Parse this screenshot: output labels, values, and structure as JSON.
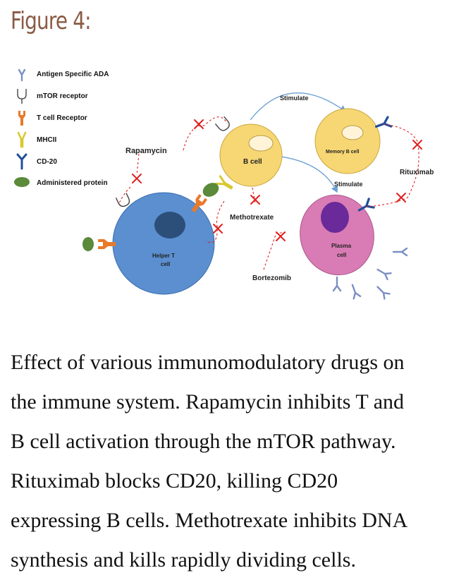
{
  "figure_title": "Figure 4:",
  "legend": [
    {
      "label": "Antigen Specific ADA",
      "icon": "antibody-icon"
    },
    {
      "label": "mTOR receptor",
      "icon": "mtor-receptor-icon"
    },
    {
      "label": "T cell Receptor",
      "icon": "t-cell-receptor-icon"
    },
    {
      "label": "MHCII",
      "icon": "mhcii-icon"
    },
    {
      "label": "CD-20",
      "icon": "cd20-icon"
    },
    {
      "label": "Administered protein",
      "icon": "protein-icon"
    }
  ],
  "cells": {
    "b_cell": "B cell",
    "memory_b_cell": "Memory B cell",
    "plasma_cell_line1": "Plasma",
    "plasma_cell_line2": "cell",
    "helper_t_line1": "Helper T",
    "helper_t_line2": "cell"
  },
  "labels": {
    "stimulate_top": "Stimulate",
    "stimulate_mid": "Stimulate",
    "rapamycin": "Rapamycin",
    "rituximab": "Rituximab",
    "methotrexate": "Methotrexate",
    "bortezomib": "Bortezomib"
  },
  "colors": {
    "title": "#8a5a44",
    "b_cell": "#f7d774",
    "t_cell": "#5b8fd0",
    "plasma_cell": "#d97bb5",
    "inhibition": "#e02020",
    "arrow": "#6a9fd6",
    "antibody": "#7b8fc4",
    "cd20": "#1f4f9c",
    "tcr": "#e87a2a",
    "mhc": "#e6d84a",
    "protein": "#5a8a3a"
  },
  "caption": [
    "Effect of various immunomodulatory drugs on",
    "the immune system. Rapamycin inhibits T and",
    "B cell activation through the mTOR pathway.",
    "Rituximab blocks CD20, killing CD20",
    "expressing B cells. Methotrexate inhibits DNA",
    "synthesis and kills rapidly dividing cells."
  ]
}
